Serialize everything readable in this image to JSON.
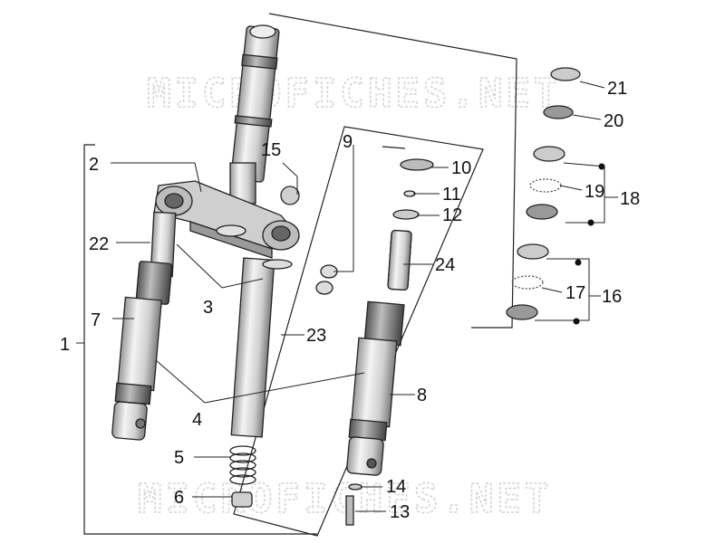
{
  "watermarks": [
    "MICROFICHES.NET",
    "MICROFICHES.NET"
  ],
  "labels": {
    "1": "1",
    "2": "2",
    "3": "3",
    "4": "4",
    "5": "5",
    "6": "6",
    "7": "7",
    "8": "8",
    "9": "9",
    "10": "10",
    "11": "11",
    "12": "12",
    "13": "13",
    "14": "14",
    "15": "15",
    "16": "16",
    "17": "17",
    "18": "18",
    "19": "19",
    "20": "20",
    "21": "21",
    "22": "22",
    "23": "23",
    "24": "24"
  },
  "colors": {
    "line": "#222222",
    "part_fill": "#d9d9d9",
    "part_dark": "#8a8a8a",
    "watermark": "#d4d4d4"
  }
}
